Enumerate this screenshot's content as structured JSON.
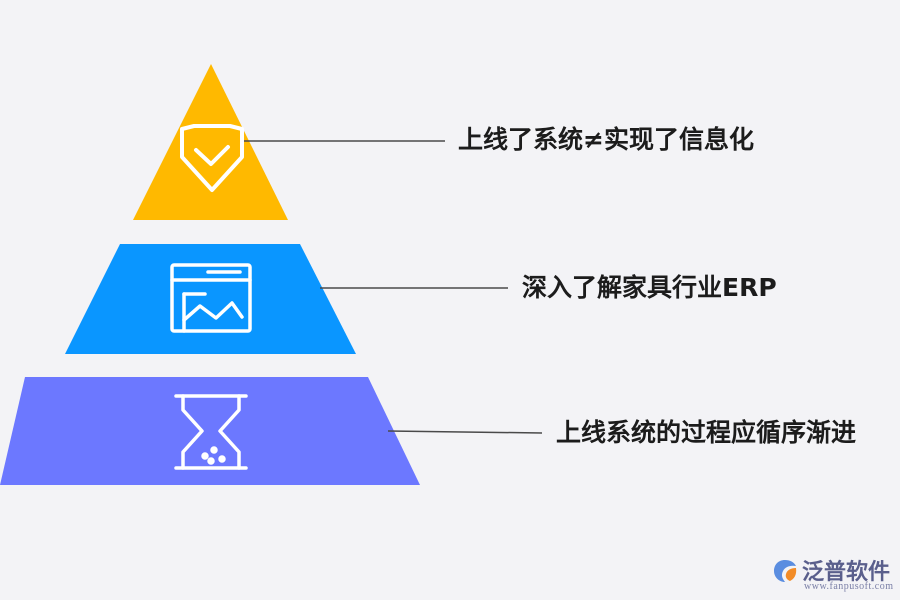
{
  "tiers": [
    {
      "label": "上线了系统≠实现了信息化",
      "icon": "diamond-check-icon",
      "color": "#FFB900"
    },
    {
      "label": "深入了解家具行业ERP",
      "icon": "browser-chart-icon",
      "color": "#0A96FF"
    },
    {
      "label": "上线系统的过程应循序渐进",
      "icon": "hourglass-icon",
      "color": "#6C78FF"
    }
  ],
  "logo": {
    "name": "泛普软件",
    "url": "www.fanpusoft.com"
  },
  "colors": {
    "line": "#4a4a4a",
    "icon_stroke": "#ffffff"
  }
}
